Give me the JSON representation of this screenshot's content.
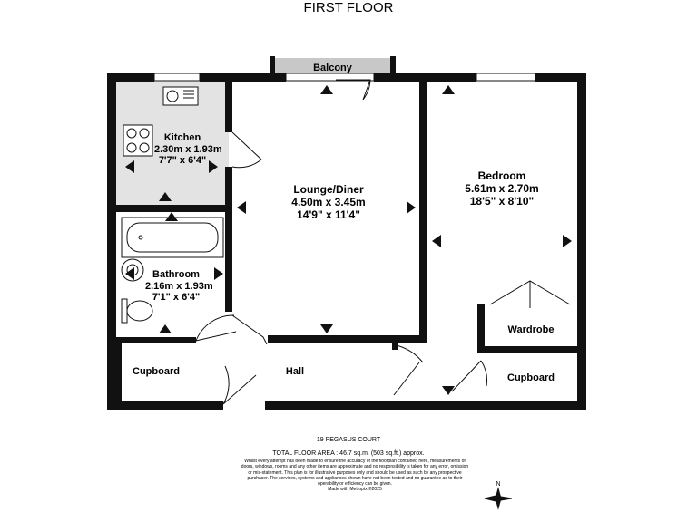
{
  "title": "FIRST FLOOR",
  "rooms": {
    "balcony": {
      "name": "Balcony"
    },
    "kitchen": {
      "name": "Kitchen",
      "metric": "2.30m  x 1.93m",
      "imperial": "7'7\"  x 6'4\""
    },
    "lounge": {
      "name": "Lounge/Diner",
      "metric": "4.50m  x 3.45m",
      "imperial": "14'9\"  x 11'4\""
    },
    "bedroom": {
      "name": "Bedroom",
      "metric": "5.61m  x 2.70m",
      "imperial": "18'5\"  x 8'10\""
    },
    "bathroom": {
      "name": "Bathroom",
      "metric": "2.16m  x 1.93m",
      "imperial": "7'1\"  x 6'4\""
    },
    "wardrobe": {
      "name": "Wardrobe"
    },
    "cupboard_left": {
      "name": "Cupboard"
    },
    "hall": {
      "name": "Hall"
    },
    "cupboard_right": {
      "name": "Cupboard"
    }
  },
  "footer": {
    "address": "19 PEGASUS COURT",
    "total_area": "TOTAL FLOOR AREA : 46.7 sq.m. (503 sq.ft.) approx.",
    "disclaimer": "Whilst every attempt has been made to ensure the accuracy of the floorplan contained here, measurements of doors, windows, rooms and any other items are approximate and no responsibility is taken for any error, omission or mis-statement. This plan is for illustrative purposes only and should be used as such by any prospective purchaser. The services, systems and appliances shown have not been tested and no guarantee as to their operability or efficiency can be given.",
    "credit": "Made with Metropix ©2025"
  },
  "compass": {
    "icon": "compass-icon"
  },
  "colors": {
    "wall": "#111111",
    "kitchen_floor": "#e3e3e3",
    "balcony": "#c8c8c8"
  }
}
